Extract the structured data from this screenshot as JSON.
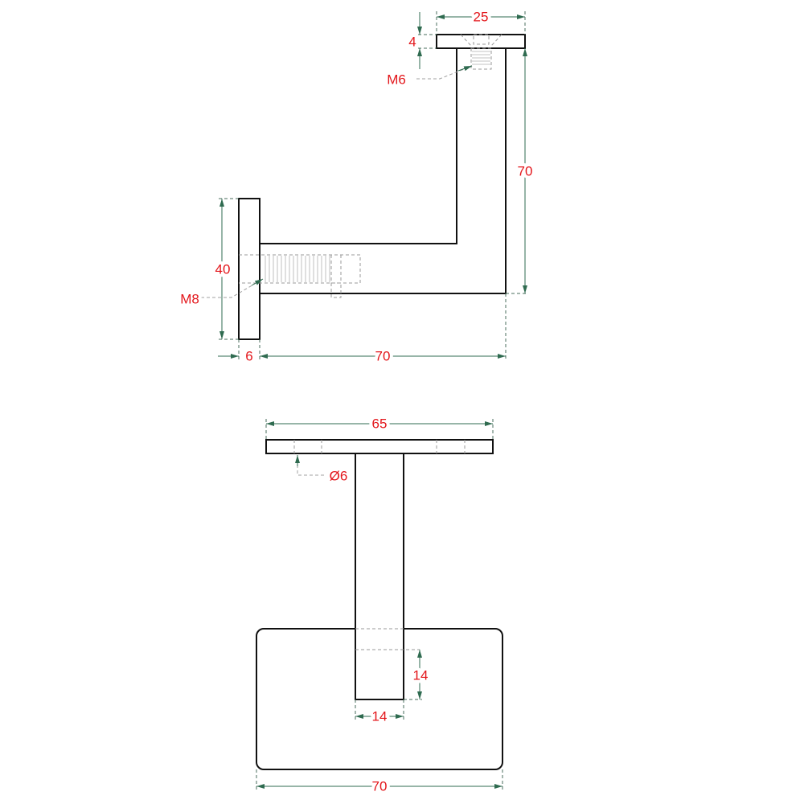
{
  "side_view": {
    "dims": {
      "top_plate_width": "25",
      "top_plate_thickness": "4",
      "height": "70",
      "wall_plate_height": "40",
      "wall_plate_thickness": "6",
      "arm_length": "70"
    },
    "callouts": {
      "top_thread": "M6",
      "wall_thread": "M8"
    }
  },
  "front_view": {
    "dims": {
      "saddle_width": "65",
      "hole_diameter": "Ø6",
      "post_insert_depth": "14",
      "post_width": "14",
      "base_width": "70"
    }
  },
  "colors": {
    "outline": "#111111",
    "dimension_line": "#2f6b50",
    "dimension_text": "#e3161b",
    "hidden_line": "#9a9a9a"
  }
}
